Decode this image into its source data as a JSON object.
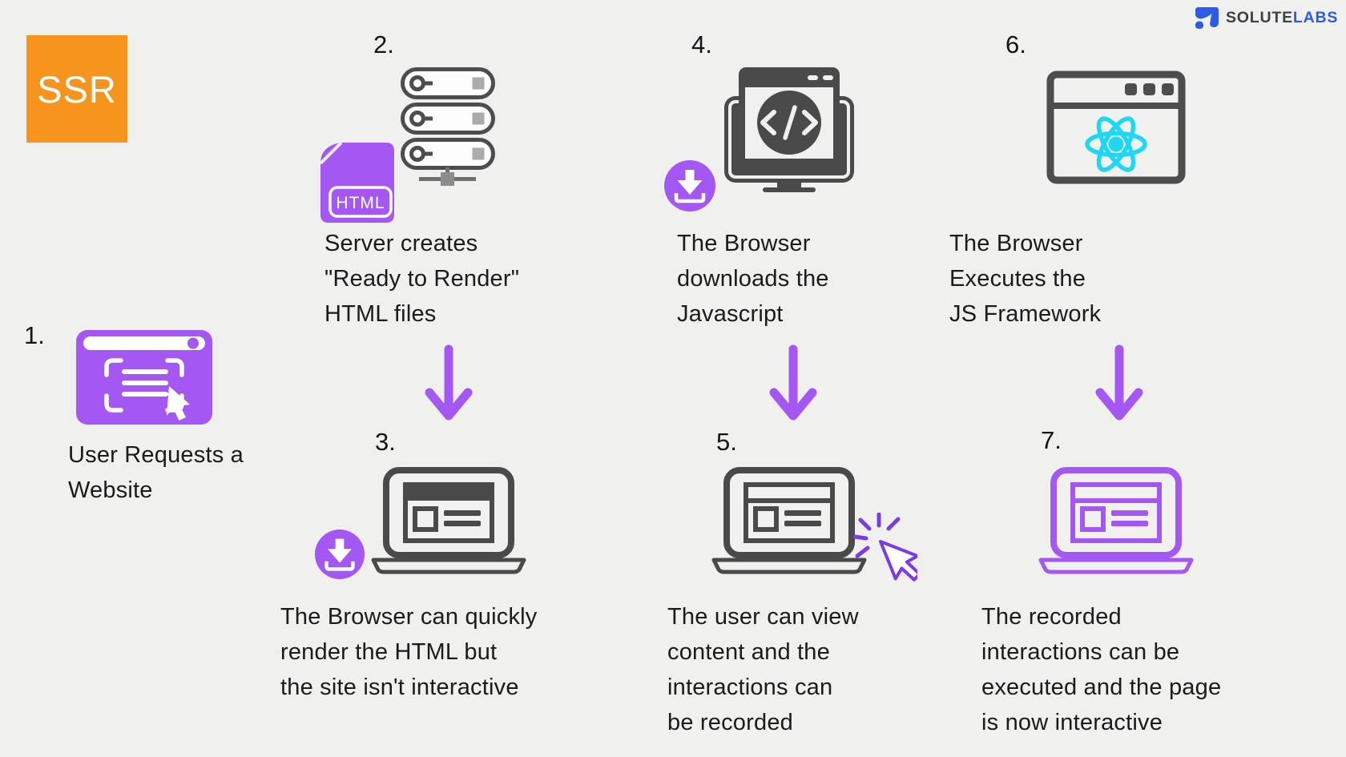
{
  "ssr_badge": {
    "label": "SSR",
    "color": "#f7941e"
  },
  "logo": {
    "solute": "SOLUTE",
    "labs": "LABS",
    "blue": "#2d5be5",
    "dark": "#3d4045"
  },
  "file_icon_label": "HTML",
  "colors": {
    "background": "#f0f0ee",
    "purple": "#a457f2",
    "cursor_purple": "#7b3be8",
    "dark_gray": "#4a4a4a",
    "react_cyan": "#1fd7f5",
    "text": "#1b1b1b"
  },
  "steps": [
    {
      "number": "1.",
      "icon": "browser-request-icon",
      "lines": [
        "User Requests a",
        "Website"
      ]
    },
    {
      "number": "2.",
      "icon": "server-stack-icon",
      "lines": [
        "Server creates",
        "\"Ready to Render\"",
        "HTML files"
      ]
    },
    {
      "number": "3.",
      "icon": "laptop-download-icon",
      "lines": [
        "The Browser can quickly",
        "render the HTML but",
        "the site isn't interactive"
      ]
    },
    {
      "number": "4.",
      "icon": "monitor-code-download-icon",
      "lines": [
        "The Browser",
        "downloads the",
        "Javascript"
      ]
    },
    {
      "number": "5.",
      "icon": "laptop-click-icon",
      "lines": [
        "The user can view",
        "content and the",
        "interactions can",
        "be recorded"
      ]
    },
    {
      "number": "6.",
      "icon": "browser-react-icon",
      "lines": [
        "The Browser",
        "Executes the",
        "JS Framework"
      ]
    },
    {
      "number": "7.",
      "icon": "laptop-interactive-icon",
      "lines": [
        "The recorded",
        "interactions can be",
        "executed and the page",
        "is now interactive"
      ]
    }
  ]
}
